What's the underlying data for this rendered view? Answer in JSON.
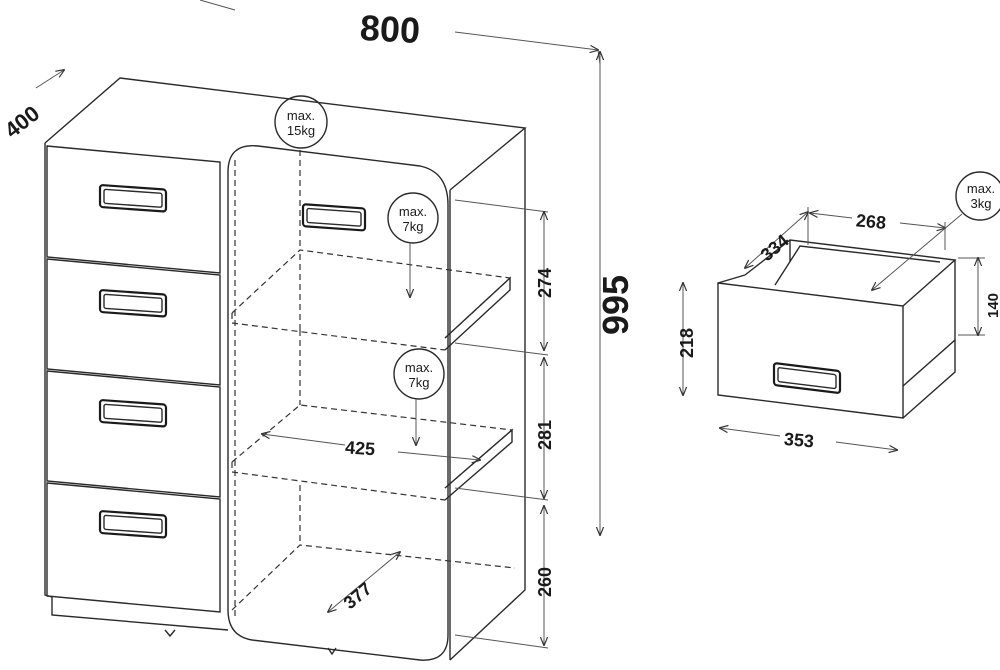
{
  "dimensions": {
    "width": "800",
    "height": "995",
    "depth": "400",
    "shelf_274": "274",
    "shelf_281": "281",
    "shelf_260": "260",
    "inner_width": "425",
    "inner_depth": "377",
    "drawer_width_outer": "353",
    "drawer_height_outer": "218",
    "drawer_inner_width": "268",
    "drawer_inner_depth": "334",
    "drawer_inner_height": "140"
  },
  "loads": {
    "top": {
      "line1": "max.",
      "line2": "15kg"
    },
    "shelf_upper": {
      "line1": "max.",
      "line2": "7kg"
    },
    "shelf_lower": {
      "line1": "max.",
      "line2": "7kg"
    },
    "drawer": {
      "line1": "max.",
      "line2": "3kg"
    }
  }
}
